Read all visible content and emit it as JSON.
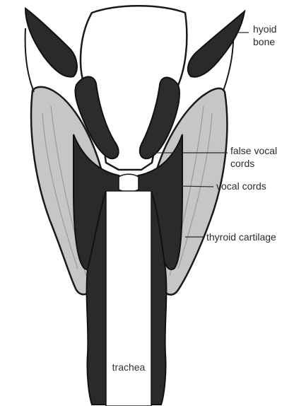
{
  "labels": {
    "hyoid_line1": "hyoid",
    "hyoid_line2": "bone",
    "false_cords_line1": "false vocal",
    "false_cords_line2": "cords",
    "vocal_cords": "vocal cords",
    "thyroid_cartilage": "thyroid cartilage",
    "trachea": "trachea"
  },
  "colors": {
    "outline": "#1a1a1a",
    "dark_tissue": "#2a2a2a",
    "light_cartilage": "#c9c9c9",
    "background": "#ffffff"
  }
}
